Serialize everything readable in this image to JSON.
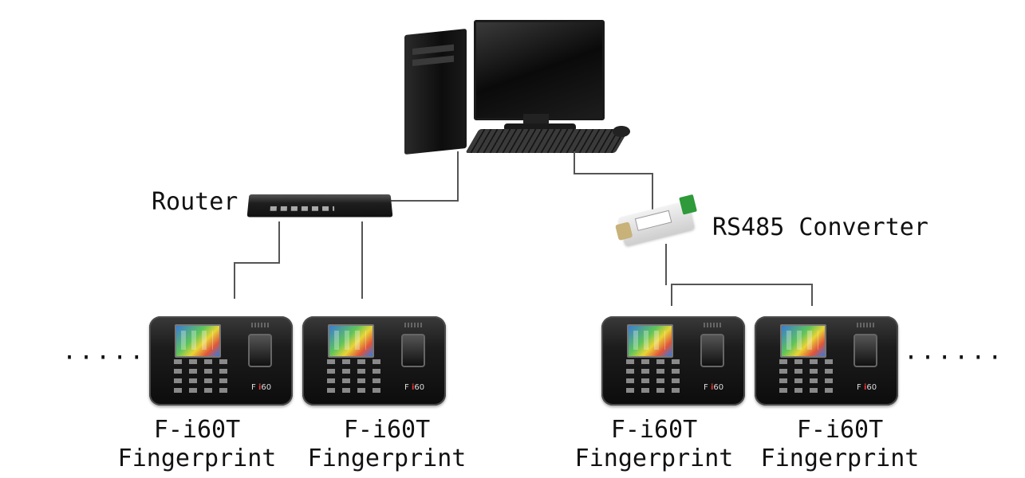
{
  "labels": {
    "router": "Router",
    "converter": "RS485 Converter"
  },
  "devices": [
    {
      "model": "F-i60T",
      "type": "Fingerprint"
    },
    {
      "model": "F-i60T",
      "type": "Fingerprint"
    },
    {
      "model": "F-i60T",
      "type": "Fingerprint"
    },
    {
      "model": "F-i60T",
      "type": "Fingerprint"
    }
  ],
  "ellipsis": {
    "left": "······",
    "right": "······"
  },
  "terminal_brand": {
    "prefix": "F",
    "mark": "i",
    "suffix": "60"
  },
  "colors": {
    "wire": "#555555",
    "brand_red": "#e33333"
  },
  "icons": [
    "desktop-computer-icon",
    "router-icon",
    "rs485-converter-icon",
    "fingerprint-terminal-icon"
  ]
}
